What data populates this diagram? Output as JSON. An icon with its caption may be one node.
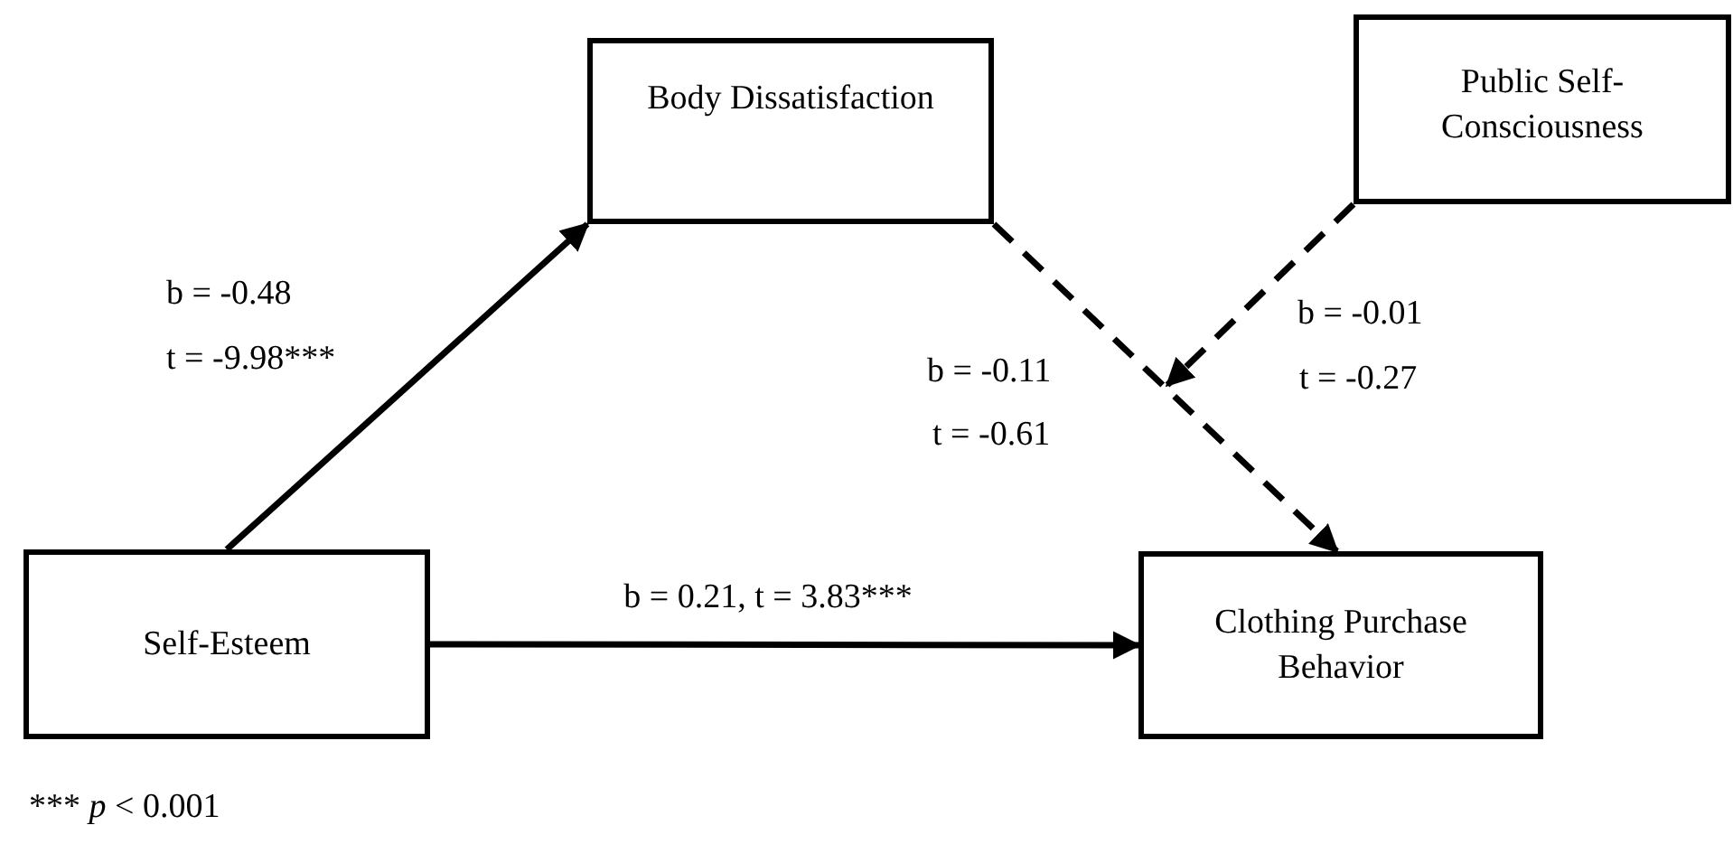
{
  "diagram": {
    "nodes": [
      {
        "text": [
          "Body Dissatisfaction"
        ]
      },
      {
        "text": [
          "Public Self-Consciousness"
        ]
      },
      {
        "text": [
          "Self-Esteem"
        ]
      },
      {
        "text": [
          "Clothing Purchase Behavior"
        ]
      }
    ],
    "edges": [
      {
        "from": 2,
        "to": 0,
        "arrow": "to"
      },
      {
        "from": 2,
        "to": 3,
        "arrow": "to",
        "label": "b = 0.21, t = 3.83***"
      },
      {
        "from": 0,
        "to": 3,
        "arrow": "to",
        "style": "dashed"
      },
      {
        "from": 1,
        "to": null,
        "arrow": "to",
        "style": "dashed"
      }
    ],
    "labels": [
      "b = -0.48",
      "t = -9.98***",
      "b = -0.11",
      "t = -0.61",
      "b = -0.01",
      "t = -0.27",
      "*** *p* < 0.001"
    ]
  }
}
